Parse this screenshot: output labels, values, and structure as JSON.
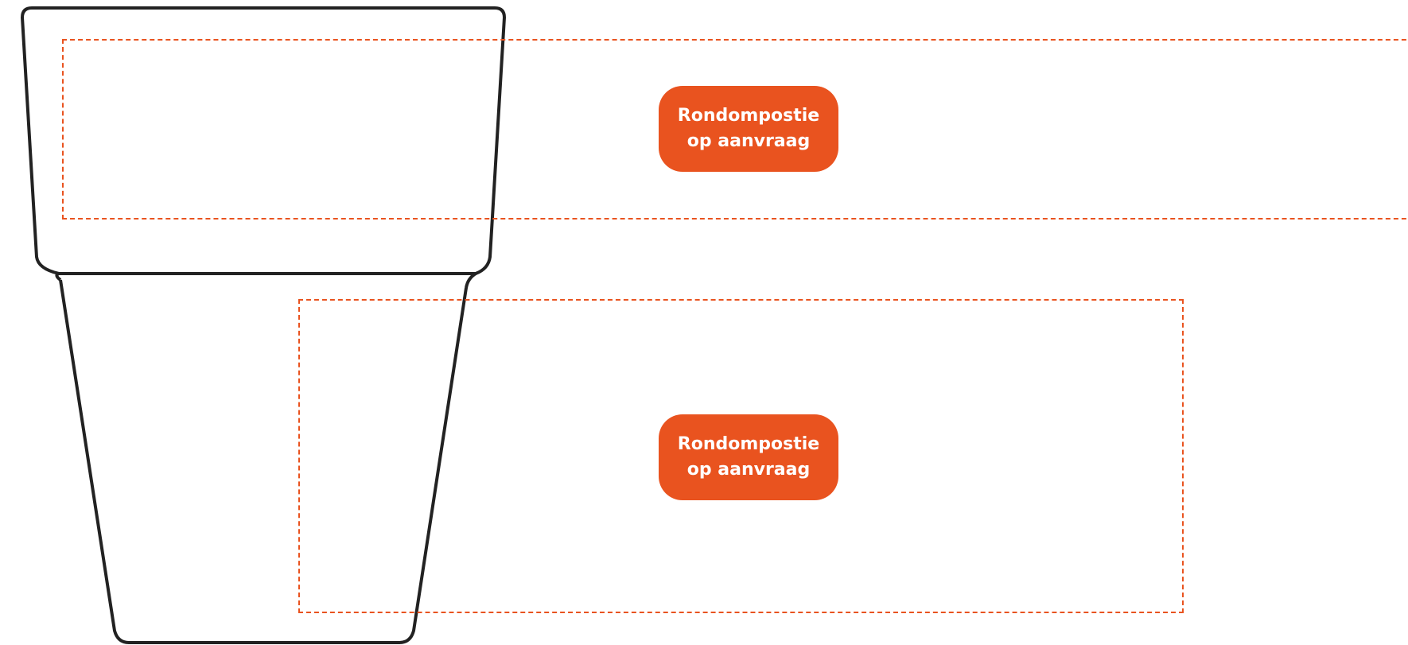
{
  "colors": {
    "accent": "#e9531f",
    "badge_text": "#ffffff",
    "outline": "#222222"
  },
  "zones": [
    {
      "badge": {
        "line1": "Rondompostie",
        "line2": "op aanvraag"
      }
    },
    {
      "badge": {
        "line1": "Rondompostie",
        "line2": "op aanvraag"
      }
    }
  ]
}
